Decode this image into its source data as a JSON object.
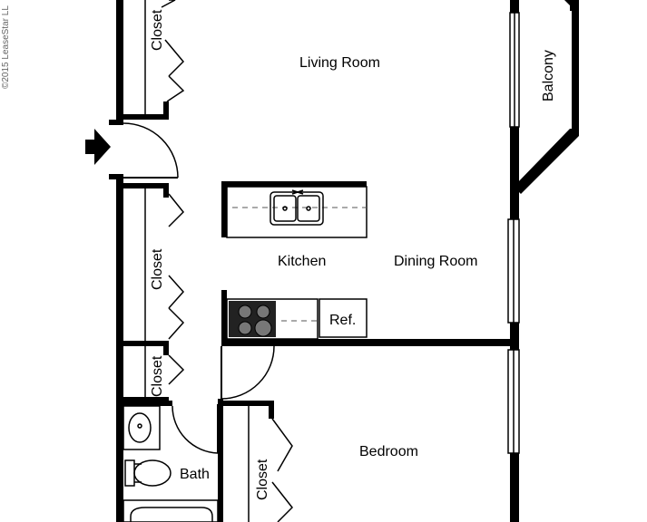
{
  "copyright": "©2015 LeaseStar LL",
  "rooms": {
    "living_room": "Living Room",
    "balcony": "Balcony",
    "kitchen": "Kitchen",
    "dining_room": "Dining Room",
    "bedroom": "Bedroom",
    "bath": "Bath",
    "closet_top": "Closet",
    "closet_hall": "Closet",
    "closet_small": "Closet",
    "closet_bedroom": "Closet"
  },
  "fixtures": {
    "refrigerator": "Ref."
  }
}
